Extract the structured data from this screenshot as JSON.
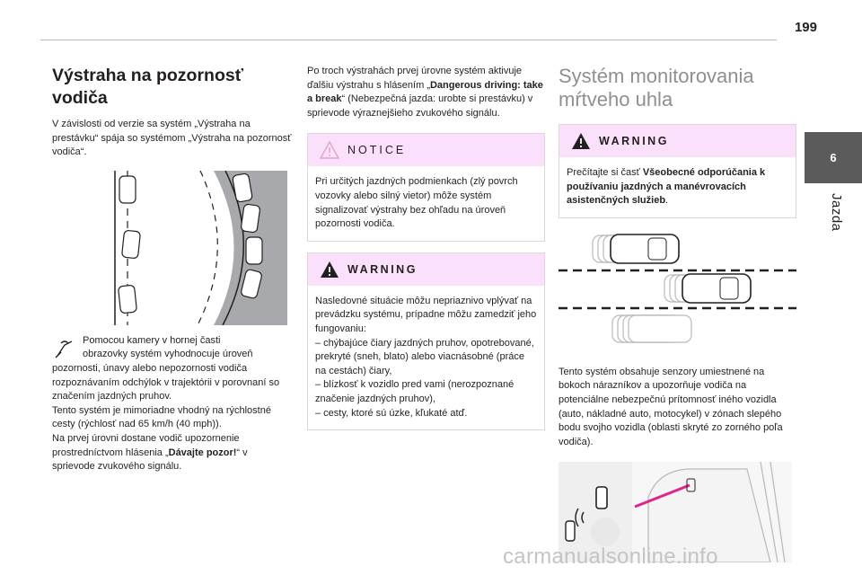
{
  "page_number": "199",
  "chapter": {
    "number": "6",
    "label": "Jazda"
  },
  "col1": {
    "title_line1": "Výstraha na pozornosť",
    "title_line2": "vodiča",
    "intro": "V závislosti od verzie sa systém „Výstraha na prestávku“ spája so systémom „Výstraha na pozornosť vodiča“.",
    "tip_line1": "Pomocou kamery v hornej časti",
    "tip_line2": "obrazovky systém vyhodnocuje úroveň",
    "tip_rest": "pozornosti, únavy alebo nepozornosti vodiča rozpoznávaním odchýlok v trajektórii v porovnaní so značením jazdných pruhov.",
    "para2": "Tento systém je mimoriadne vhodný na rýchlostné cesty (rýchlosť nad 65 km/h (40 mph)).",
    "para3_pre": "Na prvej úrovni dostane vodič upozornenie prostredníctvom hlásenia „",
    "para3_bold": "Dávajte pozor!",
    "para3_post": "“ v sprievode zvukového signálu."
  },
  "col2": {
    "para1_pre": "Po troch výstrahách prvej úrovne systém aktivuje ďalšiu výstrahu s hlásením „",
    "para1_bold": "Dangerous driving: take a break",
    "para1_post": "“ (Nebezpečná jazda: urobte si prestávku) v sprievode výraznejšieho zvukového signálu.",
    "notice_title": "NOTICE",
    "notice_body": "Pri určitých jazdných podmienkach (zlý povrch vozovky alebo silný vietor) môže systém signalizovať výstrahy bez ohľadu na úroveň pozornosti vodiča.",
    "warning_title": "WARNING",
    "warning_intro": "Nasledovné situácie môžu nepriaznivo vplývať na prevádzku systému, prípadne môžu zamedziť jeho fungovaniu:",
    "warning_items": [
      "– chýbajúce čiary jazdných pruhov, opotrebované, prekryté (sneh, blato) alebo viacnásobné (práce na cestách) čiary,",
      "– blízkosť k vozidlo pred vami (nerozpoznané značenie jazdných pruhov),",
      "– cesty, ktoré sú úzke, kľukaté atď."
    ]
  },
  "col3": {
    "title_line1": "Systém monitorovania",
    "title_line2": "mŕtveho uhla",
    "warning_title": "WARNING",
    "warning_pre": "Prečítajte si časť ",
    "warning_bold": "Všeobecné odporúčania k používaniu jazdných a manévrovacích asistenčných služieb",
    "warning_post": ".",
    "para1": "Tento systém obsahuje senzory umiestnené na bokoch nárazníkov a upozorňuje vodiča na potenciálne nebezpečnú prítomnosť iného vozidla (auto, nákladné auto, motocykel) v zónach slepého bodu svojho vozidla (oblasti skryté zo zorného poľa vodiča)."
  },
  "watermark": "carmanualsonline.info",
  "colors": {
    "warning_bg": "#fbe0fb",
    "accent_magenta": "#e0258a",
    "chapter_tab": "#5b5b5b",
    "title_light": "#8f8f8f"
  }
}
